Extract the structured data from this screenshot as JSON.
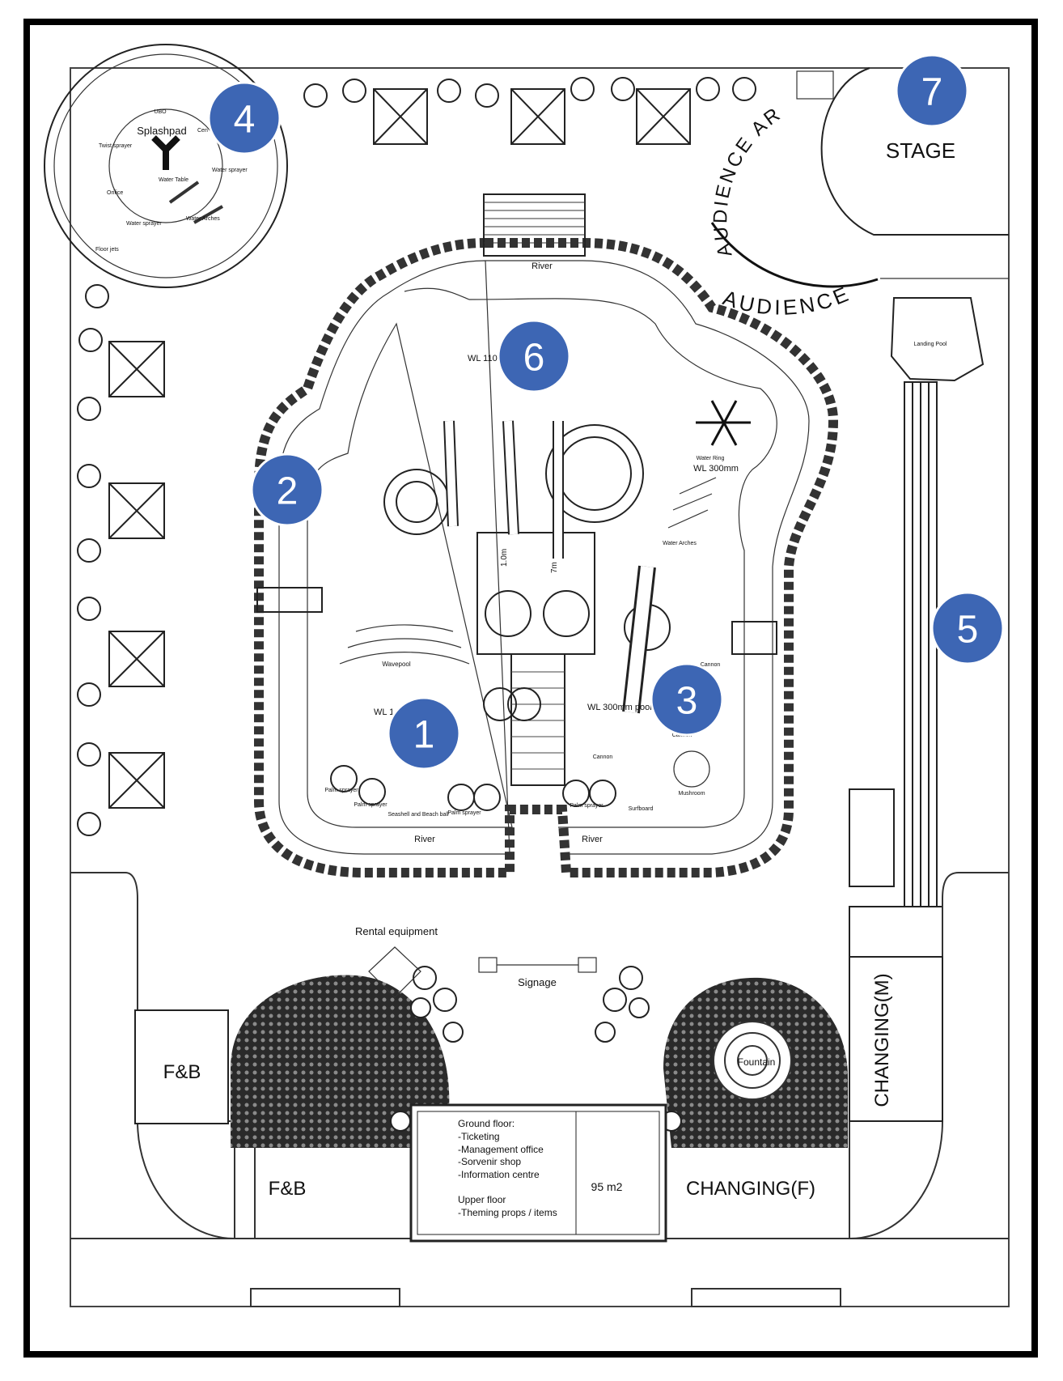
{
  "zones": {
    "stage": "STAGE",
    "audience_outer": "AUDIENCE AREA",
    "audience_inner": "AUDIENCE AREA",
    "river_top": "River",
    "river_left": "River",
    "river_right": "River",
    "landing_pool": "Landing Pool",
    "splashpad": "Splashpad",
    "wavepool": "Wavepool",
    "water_ring": "Water Ring",
    "water_arches_main": "Water Arches",
    "wl_300_ring": "WL 300mm",
    "wl_110": "WL 110",
    "wl_wave": "WL 1",
    "wl_300_pool": "WL 300mm pool",
    "cannon_1": "Cannon",
    "cannon_2": "Cannon",
    "cannon_3": "Cannon",
    "mushroom": "Mushroom",
    "surfboard": "Surfboard",
    "palm_sprayer_1": "Palm sprayer",
    "palm_sprayer_2": "Palm sprayer",
    "palm_sprayer_3": "Palm sprayer",
    "palm_sprayer_4": "Palm sprayer",
    "beach_ball": "Seashell and Beach ball",
    "slide_height_1": "1.0m",
    "slide_height_2": "7m"
  },
  "splashpad_items": {
    "ubo": "UBO",
    "twist_sprayer": "Twist sprayer",
    "cen": "Cen",
    "water_sprayer_1": "Water sprayer",
    "water_table": "Water Table",
    "orifice": "Orifice",
    "water_sprayer_2": "Water sprayer",
    "water_arches": "Water Arches",
    "floor_jets": "Floor jets"
  },
  "buildings": {
    "rental_equipment": "Rental equipment",
    "signage": "Signage",
    "fb_1": "F&B",
    "fb_2": "F&B",
    "changing_m": "CHANGING(M)",
    "changing_f": "CHANGING(F)",
    "fountain": "Fountain",
    "area": "95 m2",
    "office_notes": [
      "Ground floor:",
      "-Ticketing",
      "-Management office",
      "-Sorvenir shop",
      "-Information centre",
      "",
      "Upper floor",
      "-Theming props / items"
    ]
  },
  "markers": [
    "1",
    "2",
    "3",
    "4",
    "5",
    "6",
    "7"
  ],
  "colors": {
    "marker_fill": "#3d66b4",
    "marker_text": "#ffffff",
    "line": "#222222"
  }
}
